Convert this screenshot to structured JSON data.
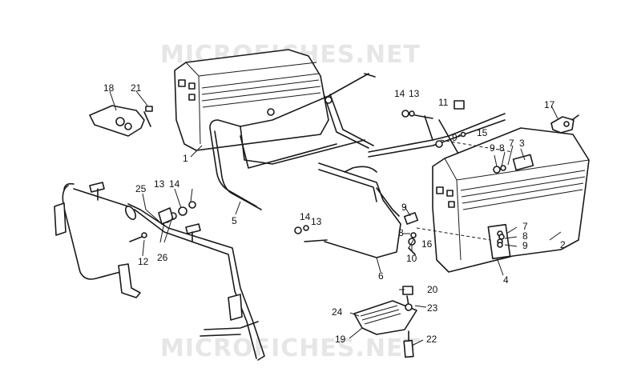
{
  "watermark": {
    "text_top": "MICROFICHES.NET",
    "text_bottom": "MICROFICHES.NET"
  },
  "callouts": [
    {
      "id": "c1",
      "text": "1"
    },
    {
      "id": "c2",
      "text": "2"
    },
    {
      "id": "c3",
      "text": "3"
    },
    {
      "id": "c4",
      "text": "4"
    },
    {
      "id": "c5",
      "text": "5"
    },
    {
      "id": "c6",
      "text": "6"
    },
    {
      "id": "c7a",
      "text": "7"
    },
    {
      "id": "c7b",
      "text": "7"
    },
    {
      "id": "c8a",
      "text": "8"
    },
    {
      "id": "c8b",
      "text": "8"
    },
    {
      "id": "c8c",
      "text": "8"
    },
    {
      "id": "c9a",
      "text": "9"
    },
    {
      "id": "c9b",
      "text": "9"
    },
    {
      "id": "c9c",
      "text": "9"
    },
    {
      "id": "c9d",
      "text": "9"
    },
    {
      "id": "c10",
      "text": "10"
    },
    {
      "id": "c11",
      "text": "11"
    },
    {
      "id": "c12",
      "text": "12"
    },
    {
      "id": "c13a",
      "text": "13"
    },
    {
      "id": "c13b",
      "text": "13"
    },
    {
      "id": "c13c",
      "text": "13"
    },
    {
      "id": "c14a",
      "text": "14"
    },
    {
      "id": "c14b",
      "text": "14"
    },
    {
      "id": "c14c",
      "text": "14"
    },
    {
      "id": "c15",
      "text": "15"
    },
    {
      "id": "c16",
      "text": "16"
    },
    {
      "id": "c17",
      "text": "17"
    },
    {
      "id": "c18",
      "text": "18"
    },
    {
      "id": "c19",
      "text": "19"
    },
    {
      "id": "c20",
      "text": "20"
    },
    {
      "id": "c21",
      "text": "21"
    },
    {
      "id": "c22",
      "text": "22"
    },
    {
      "id": "c23",
      "text": "23"
    },
    {
      "id": "c24",
      "text": "24"
    },
    {
      "id": "c25",
      "text": "25"
    },
    {
      "id": "c26",
      "text": "26"
    }
  ]
}
